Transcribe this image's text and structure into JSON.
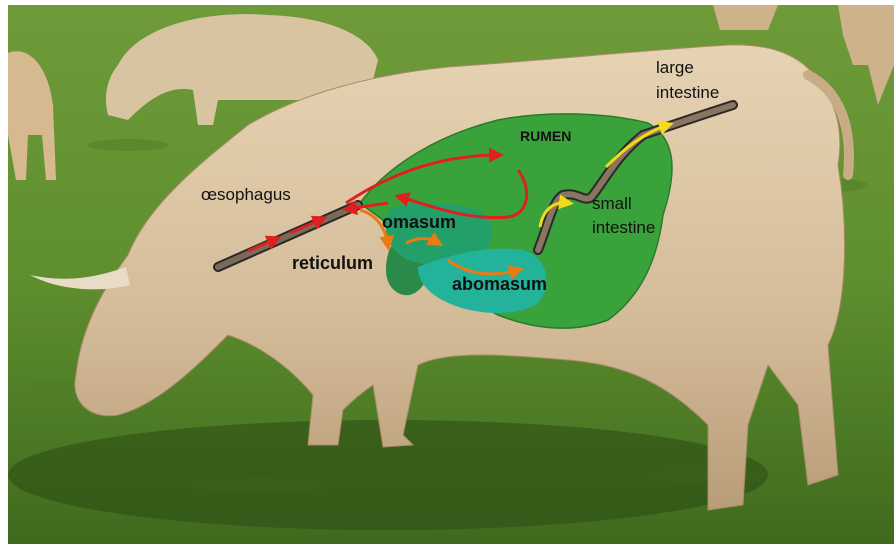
{
  "labels": {
    "rumen": "RUMEN",
    "oesophagus": "œsophagus",
    "omasum": "omasum",
    "reticulum": "reticulum",
    "abomasum": "abomasum",
    "small_intestine_line1": "small",
    "small_intestine_line2": "intestine",
    "large_intestine_line1": "large",
    "large_intestine_line2": "intestine"
  },
  "colors": {
    "rumen": "#3aa23a",
    "reticulum": "#2a8a4a",
    "omasum": "#23a06a",
    "abomasum": "#22b39a",
    "arrow_oesophagus": "#e02020",
    "arrow_rumen": "#e02020",
    "arrow_omasum": "#ec7a12",
    "arrow_intestine": "#f2dc1a",
    "grass": "#5f8f2e",
    "cow": "#d9c2a0"
  }
}
